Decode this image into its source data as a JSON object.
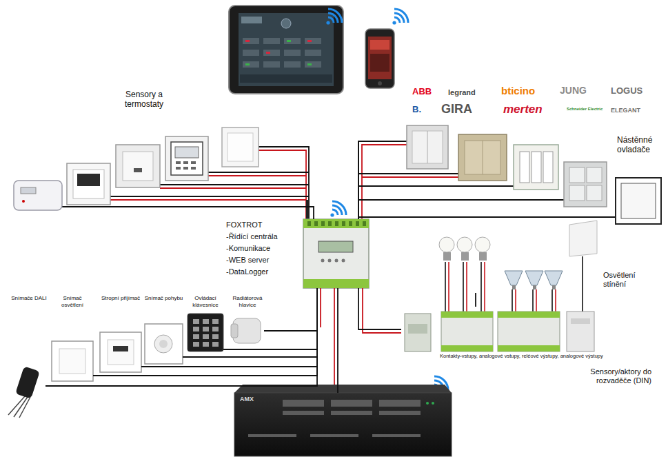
{
  "diagram": {
    "nodes": [
      {
        "text": [
          "Sensory a termostaty"
        ]
      },
      {
        "text": [
          "Nástěnné ovladače"
        ]
      },
      {
        "text": [
          "FOXTROT",
          "-Řídící centrála",
          "-Komunikace",
          "-WEB server",
          "-DataLogger"
        ]
      },
      {
        "text": [
          "Osvětlení stínění"
        ]
      },
      {
        "text": [
          "Snímače DALI"
        ]
      },
      {
        "text": [
          "Snímač osvětlení"
        ]
      },
      {
        "text": [
          "Stropní přijímač"
        ]
      },
      {
        "text": [
          "Snímač pohybu"
        ]
      },
      {
        "text": [
          "Ovládací klávesnice"
        ]
      },
      {
        "text": [
          "Radiátorová hlavice"
        ]
      },
      {
        "text": [
          "Kontakty-vstupy, analogové vstupy, reléové výstupy, analogové výstupy",
          "Sensory/aktory do rozvaděče (DIN)"
        ]
      },
      {
        "text": [
          "AMX"
        ]
      }
    ],
    "edges": [
      {
        "from": 2,
        "to": 0,
        "arrow": "none"
      },
      {
        "from": 2,
        "to": 1,
        "arrow": "none"
      },
      {
        "from": 2,
        "to": 10,
        "arrow": "none"
      },
      {
        "from": 2,
        "to": 11,
        "arrow": "none"
      },
      {
        "from": 2,
        "to": 4,
        "arrow": "none"
      },
      {
        "from": 2,
        "to": 5,
        "arrow": "none"
      },
      {
        "from": 2,
        "to": 6,
        "arrow": "none"
      },
      {
        "from": 2,
        "to": 7,
        "arrow": "none"
      },
      {
        "from": 2,
        "to": 8,
        "arrow": "none"
      },
      {
        "from": 2,
        "to": 9,
        "arrow": "none"
      },
      {
        "from": 10,
        "to": 3,
        "arrow": "none"
      }
    ],
    "labels": [
      "ABB",
      "legrand",
      "bticino",
      "JUNG",
      "LOGUS",
      "B.",
      "GIRA",
      "merten",
      "Schneider Electric",
      "ELEGANT"
    ]
  }
}
